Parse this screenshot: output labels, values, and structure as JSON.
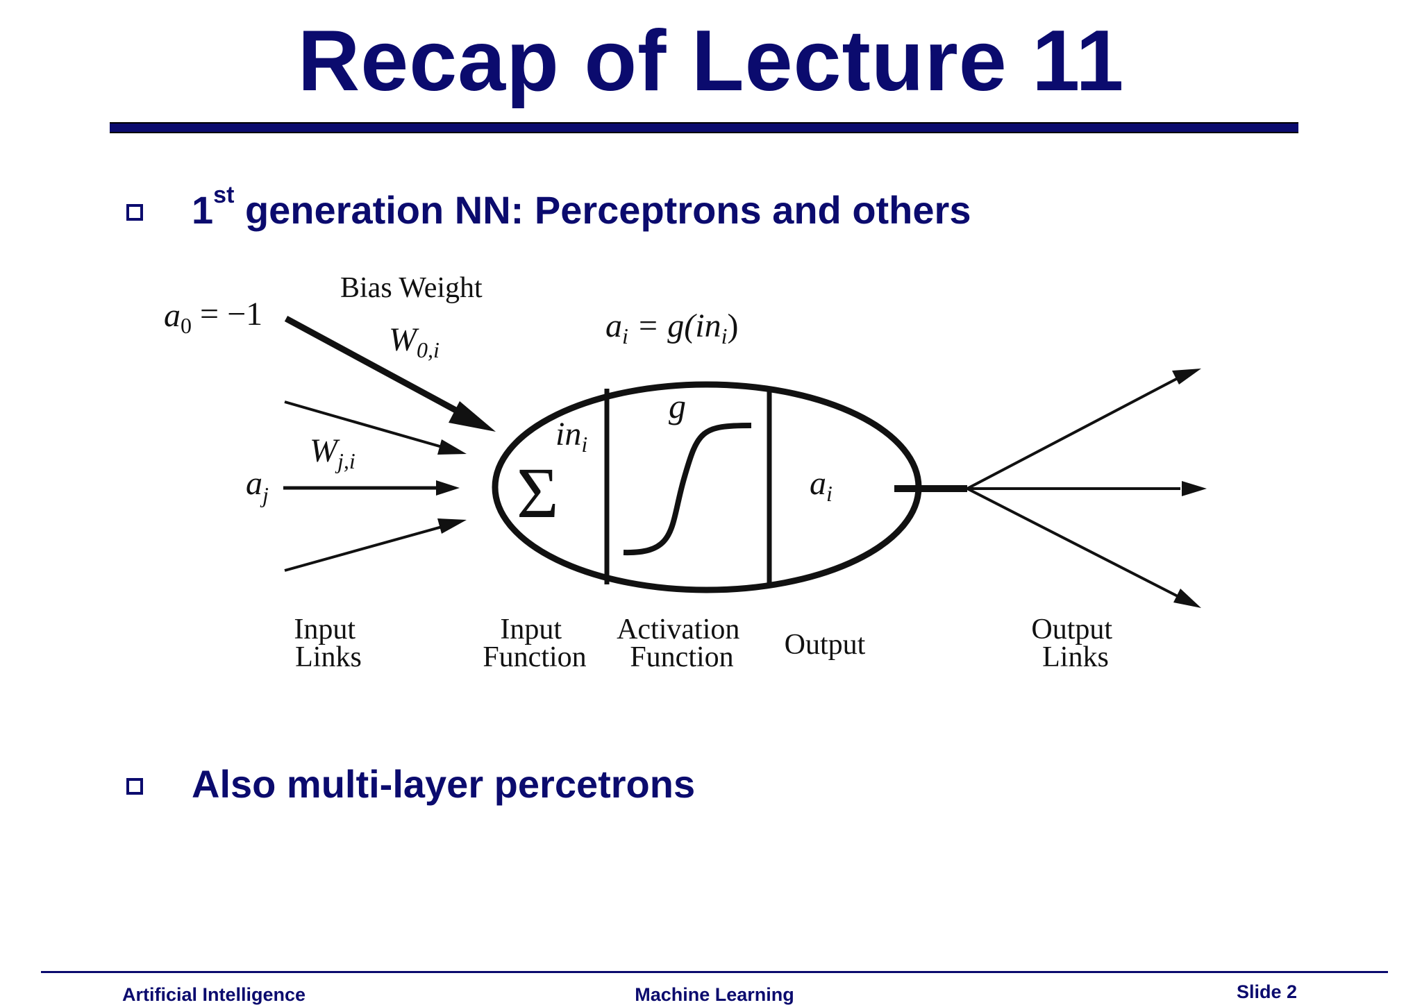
{
  "slide": {
    "title": "Recap of Lecture 11",
    "bullets": [
      {
        "lead": "1",
        "sup": "st",
        "text": " generation NN: Perceptrons and others"
      },
      {
        "text": "Also multi-layer percetrons"
      }
    ]
  },
  "diagram": {
    "bias_weight_label": "Bias Weight",
    "a0_label": "a",
    "a0_sub": "0",
    "a0_value": " = −1",
    "w0i_label": "W",
    "w0i_sub": "0,i",
    "activation_eq": {
      "a": "a",
      "a_sub": "i",
      "mid": " = g(in",
      "in_sub": "i",
      "end": ")"
    },
    "wji_label": "W",
    "wji_sub": "j,i",
    "aj_label": "a",
    "aj_sub": "j",
    "in_label": "in",
    "in_sub": "i",
    "sigma": "Σ",
    "g_label": "g",
    "ai_label": "a",
    "ai_sub": "i",
    "captions": {
      "input_links": [
        "Input",
        "Links"
      ],
      "input_function": [
        "Input",
        "Function"
      ],
      "activation_function": [
        "Activation",
        "Function"
      ],
      "output": "Output",
      "output_links": [
        "Output",
        "Links"
      ]
    }
  },
  "footer": {
    "left": "Artificial Intelligence",
    "center": "Machine Learning",
    "right": "Slide 2"
  },
  "colors": {
    "navy": "#0b0b6e",
    "ink": "#111111"
  }
}
